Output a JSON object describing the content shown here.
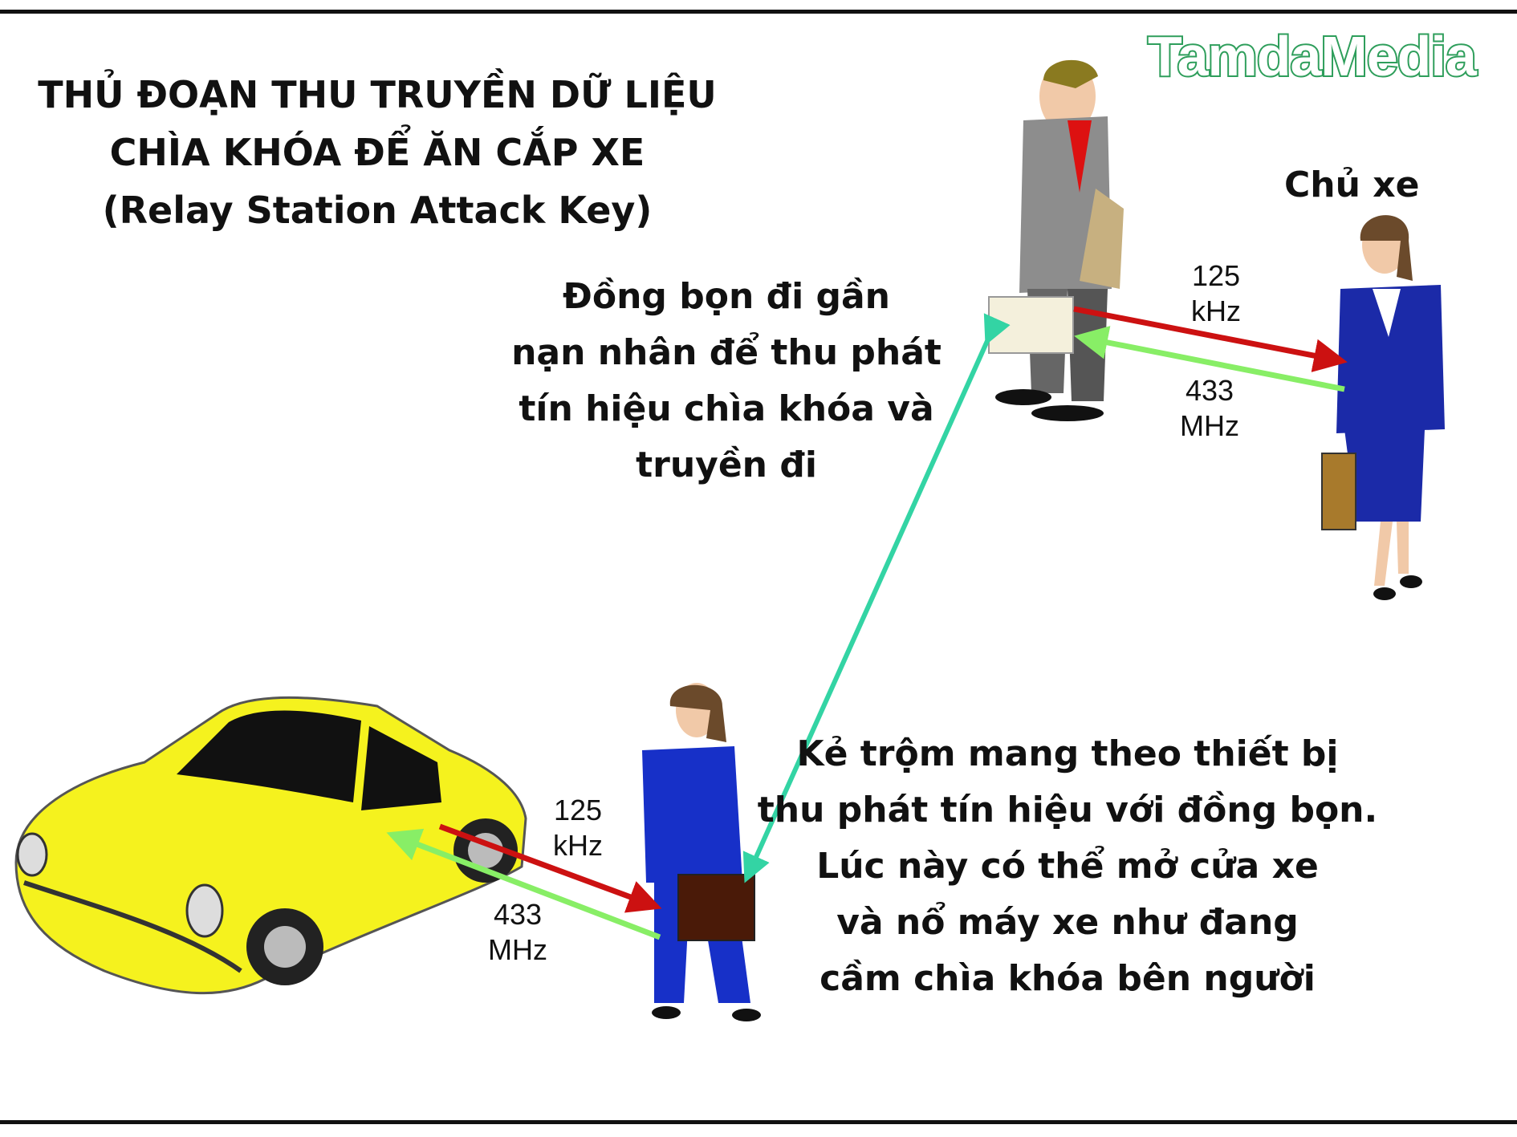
{
  "title": {
    "line1": "THỦ ĐOẠN THU TRUYỀN DỮ LIỆU",
    "line2": "CHÌA KHÓA ĐỂ ĂN CẮP XE",
    "line3": "(Relay Station Attack Key)"
  },
  "logo": "TamdaMedia",
  "owner_label": "Chủ xe",
  "accomplice_text": [
    "Đồng bọn đi gần",
    "nạn nhân để thu phát",
    "tín hiệu chìa khóa và",
    "truyền đi"
  ],
  "thief_text": [
    "Kẻ trộm mang theo thiết bị",
    "thu phát tín hiệu với đồng bọn.",
    "Lúc này có thể mở cửa xe",
    "và nổ máy xe như đang",
    "cầm chìa khóa bên người"
  ],
  "freq_top": {
    "lf_value": "125",
    "lf_unit": "kHz",
    "uhf_value": "433",
    "uhf_unit": "MHz"
  },
  "freq_bottom": {
    "lf_value": "125",
    "lf_unit": "kHz",
    "uhf_value": "433",
    "uhf_unit": "MHz"
  },
  "colors": {
    "lf_arrow": "#cc1111",
    "uhf_arrow": "#88ee66",
    "relay_arrow": "#33d4a4",
    "car": "#f5f21e",
    "logo": "#2e9e5b"
  }
}
